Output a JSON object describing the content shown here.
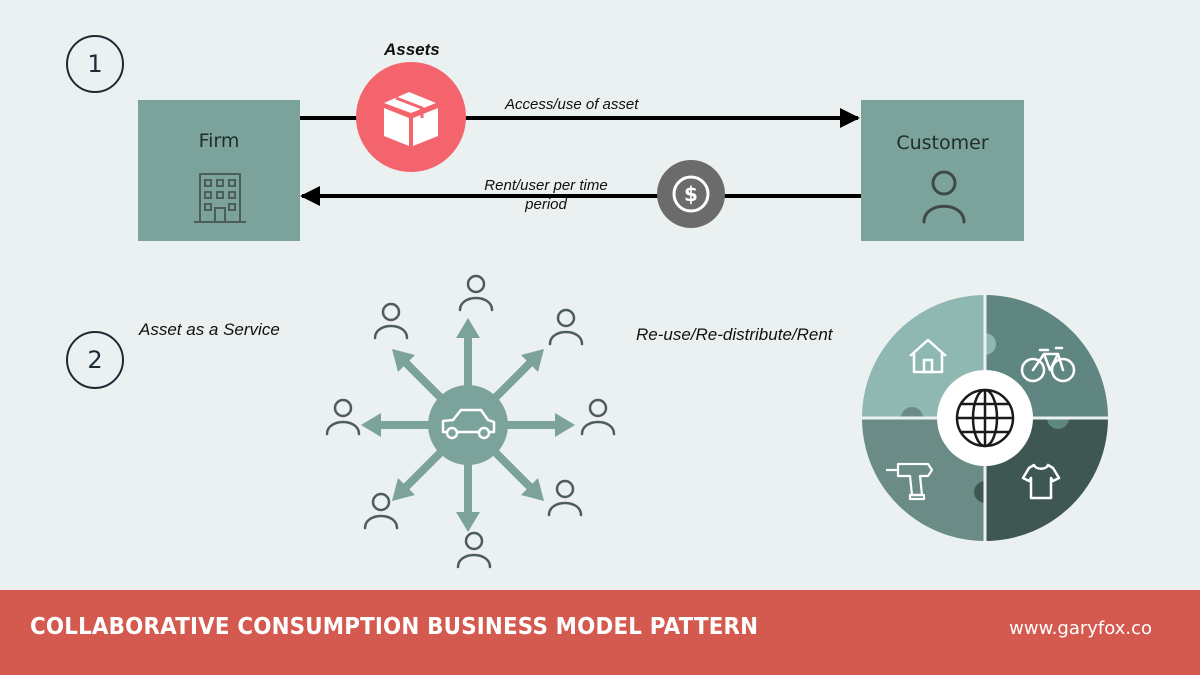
{
  "step1": {
    "number": "1"
  },
  "step2": {
    "number": "2"
  },
  "firm": {
    "label": "Firm"
  },
  "customer": {
    "label": "Customer"
  },
  "assets_label": "Assets",
  "access_label": "Access/use of asset",
  "rent_label_line1": "Rent/user per time",
  "rent_label_line2": "period",
  "asset_service_label": "Asset as a Service",
  "reuse_label": "Re-use/Re-distribute/Rent",
  "footer": {
    "title": "COLLABORATIVE CONSUMPTION BUSINESS MODEL PATTERN",
    "url": "www.garyfox.co"
  },
  "colors": {
    "teal": "#7ca39b",
    "coral": "#f4646d",
    "dark_gray": "#6b6b6b",
    "banner": "#d4594e",
    "background": "#ebf0f1"
  },
  "icons": {
    "firm": "building-icon",
    "customer": "person-icon",
    "assets": "package-icon",
    "payment": "dollar-coin-icon",
    "hub": "car-icon",
    "puzzle_center": "globe-icon",
    "puzzle_pieces": [
      "house-icon",
      "bicycle-icon",
      "drill-icon",
      "tshirt-icon"
    ]
  }
}
